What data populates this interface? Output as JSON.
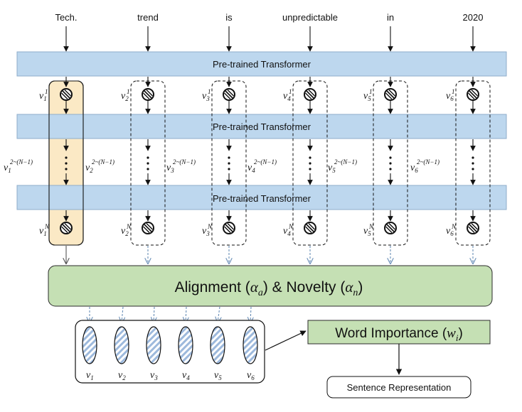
{
  "words": [
    "Tech.",
    "trend",
    "is",
    "unpredictable",
    "in",
    "2020"
  ],
  "transformer_label": "Pre-trained Transformer",
  "vec_top": [
    {
      "base": "v",
      "sub": "1",
      "sup": "1"
    },
    {
      "base": "v",
      "sub": "2",
      "sup": "1"
    },
    {
      "base": "v",
      "sub": "3",
      "sup": "1"
    },
    {
      "base": "v",
      "sub": "4",
      "sup": "1"
    },
    {
      "base": "v",
      "sub": "5",
      "sup": "1"
    },
    {
      "base": "v",
      "sub": "6",
      "sup": "1"
    }
  ],
  "vec_mid": [
    {
      "base": "v",
      "sub": "1",
      "sup": "2~(N−1)"
    },
    {
      "base": "v",
      "sub": "2",
      "sup": "2~(N−1)"
    },
    {
      "base": "v",
      "sub": "3",
      "sup": "2~(N−1)"
    },
    {
      "base": "v",
      "sub": "4",
      "sup": "2~(N−1)"
    },
    {
      "base": "v",
      "sub": "5",
      "sup": "2~(N−1)"
    },
    {
      "base": "v",
      "sub": "6",
      "sup": "2~(N−1)"
    }
  ],
  "vec_bottom": [
    {
      "base": "v",
      "sub": "1",
      "sup": "N"
    },
    {
      "base": "v",
      "sub": "2",
      "sup": "N"
    },
    {
      "base": "v",
      "sub": "3",
      "sup": "N"
    },
    {
      "base": "v",
      "sub": "4",
      "sup": "N"
    },
    {
      "base": "v",
      "sub": "5",
      "sup": "N"
    },
    {
      "base": "v",
      "sub": "6",
      "sup": "N"
    }
  ],
  "alignment": {
    "prefix": "Alignment (",
    "alpha_a": "α",
    "alpha_a_sub": "a",
    "middle": ") & Novelty (",
    "alpha_n": "α",
    "alpha_n_sub": "n",
    "suffix": ")"
  },
  "vec_final": [
    {
      "base": "v",
      "sub": "1"
    },
    {
      "base": "v",
      "sub": "2"
    },
    {
      "base": "v",
      "sub": "3"
    },
    {
      "base": "v",
      "sub": "4"
    },
    {
      "base": "v",
      "sub": "5"
    },
    {
      "base": "v",
      "sub": "6"
    }
  ],
  "word_importance": {
    "prefix": "Word Importance (",
    "w": "w",
    "w_sub": "i",
    "suffix": ")"
  },
  "sentence_label": "Sentence Representation",
  "colors": {
    "transformer_fill": "#bdd7ee",
    "transformer_stroke": "#8faecb",
    "highlight_fill": "#fbe9c5",
    "alignment_fill": "#c5e0b4",
    "word_importance_fill": "#c5e0b4",
    "ellipse_stripe": "#9db9dc",
    "green_stroke": "#2b2b2b"
  }
}
